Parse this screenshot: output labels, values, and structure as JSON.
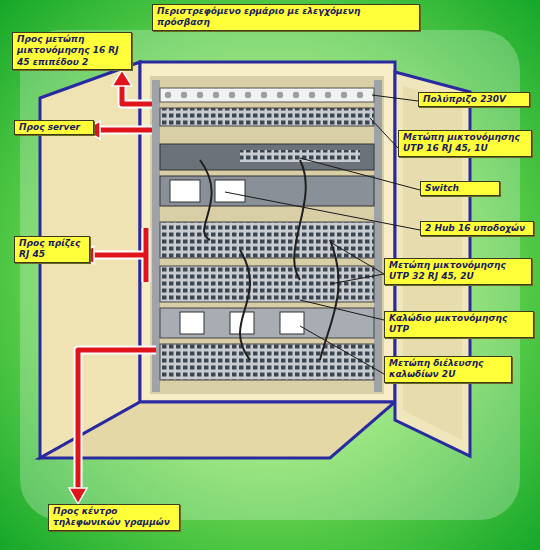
{
  "diagram": {
    "nodes": [
      {
        "text": [
          "Περιστρεφόμενο ερμάριο με ελεγχόμενη πρόσβαση"
        ]
      },
      {
        "text": [
          "Προς μετώπη μικτονόμησης 16 RJ 45 επιπέδου 2"
        ]
      },
      {
        "text": [
          "Πολύπριζο 230V"
        ]
      },
      {
        "text": [
          "Προς server"
        ]
      },
      {
        "text": [
          "Μετώπη μικτονόμησης UTP 16 RJ 45, 1U"
        ]
      },
      {
        "text": [
          "Switch"
        ]
      },
      {
        "text": [
          "2 Hub 16 υποδοχών"
        ]
      },
      {
        "text": [
          "Προς πρίζες RJ 45"
        ]
      },
      {
        "text": [
          "Μετώπη μικτονόμησης UTP 32 RJ 45, 2U"
        ]
      },
      {
        "text": [
          "Καλώδιο μικτονόμησης UTP"
        ]
      },
      {
        "text": [
          "Μετώπη διέλευσης καλωδίων 2U"
        ]
      },
      {
        "text": [
          "Προς κέντρο τηλεφωνικών γραμμών"
        ]
      }
    ]
  }
}
